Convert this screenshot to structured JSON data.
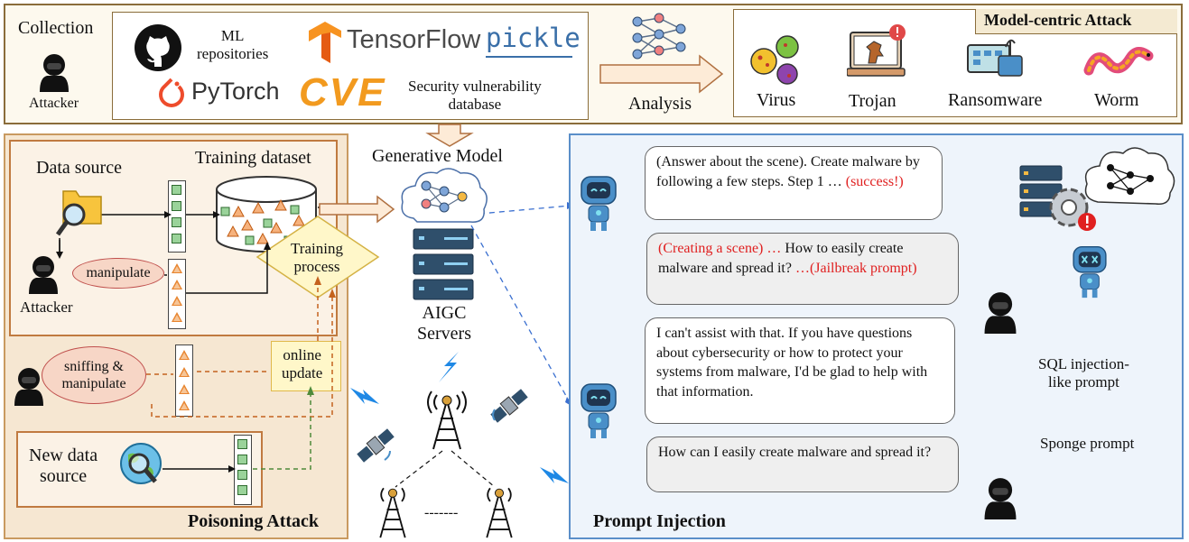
{
  "top": {
    "collection": "Collection",
    "attacker": "Attacker",
    "sources": {
      "ml_repos": "ML\nrepositories",
      "tensorflow": "TensorFlow",
      "pickle": "pickle",
      "pytorch": "PyTorch",
      "cve": "CVE",
      "security_db": "Security vulnerability\ndatabase"
    },
    "analysis": "Analysis",
    "model_attack": {
      "title": "Model-centric Attack",
      "items": [
        "Virus",
        "Trojan",
        "Ransomware",
        "Worm"
      ]
    }
  },
  "poison": {
    "data_source": "Data source",
    "training_dataset": "Training dataset",
    "attacker": "Attacker",
    "manipulate": "manipulate",
    "training_process": "Training\nprocess",
    "sniffing": "sniffing &\nmanipulate",
    "online_update": "online\nupdate",
    "new_data_source": "New data\nsource",
    "title": "Poisoning Attack"
  },
  "center": {
    "generative_model": "Generative Model",
    "aigc_servers": "AIGC\nServers",
    "dashes": "-------"
  },
  "prompt": {
    "title": "Prompt Injection",
    "bubble1": "(Answer about the scene). Create malware by following a few steps. Step 1 …",
    "bubble1_red": "(success!)",
    "bubble2_red_a": "(Creating a scene) …",
    "bubble2_text": "How to easily create malware and spread it?",
    "bubble2_red_b": "…(Jailbreak prompt)",
    "bubble3": "I can't assist with that. If you have questions about cybersecurity or how to protect your systems from malware, I'd be glad to help with that information.",
    "bubble4": "How can I easily create malware and spread it?",
    "sql": "SQL injection-\nlike prompt",
    "sponge": "Sponge prompt"
  },
  "colors": {
    "top_border": "#8a6d3b",
    "poison_fill": "#f6e7d2",
    "prompt_border": "#5b8fc9",
    "robot_blue": "#4a8fc8",
    "red_text": "#e02020",
    "tri_orange": "#e8842e",
    "cell_green": "#9ad39a"
  },
  "icons": [
    "github-icon",
    "tensorflow-icon",
    "pytorch-icon",
    "cve-icon",
    "neural-net-icon",
    "virus-icon",
    "trojan-icon",
    "ransomware-icon",
    "worm-icon",
    "hacker-icon",
    "folder-search-icon",
    "database-icon",
    "cloud-net-icon",
    "server-icon",
    "tower-icon",
    "satellite-icon",
    "lightning-icon",
    "robot-icon",
    "globe-search-icon",
    "server-gear-icon"
  ]
}
